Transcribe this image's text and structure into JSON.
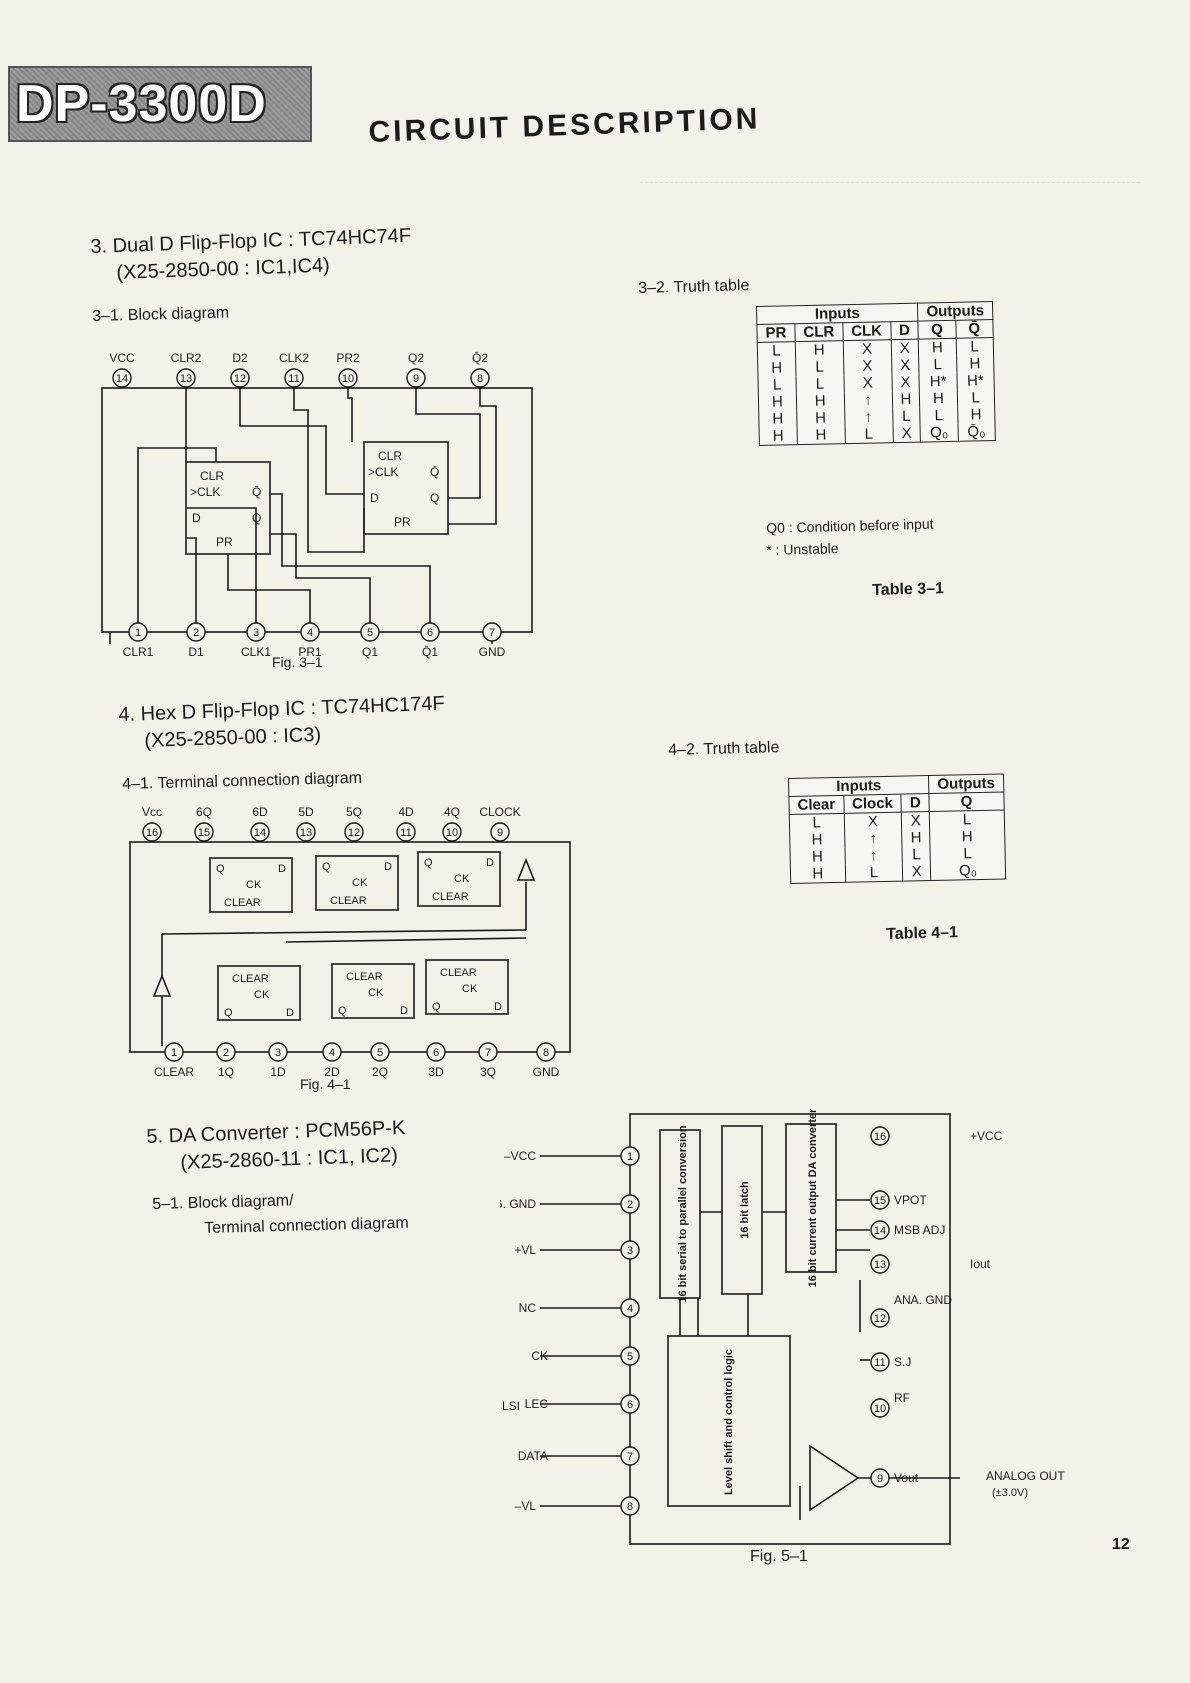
{
  "header": {
    "model": "DP-3300D",
    "title": "CIRCUIT DESCRIPTION"
  },
  "section3": {
    "heading": "3. Dual D Flip-Flop IC : TC74HC74F",
    "part": "(X25-2850-00 : IC1,IC4)",
    "sub1": "3–1. Block diagram",
    "fig": "Fig. 3–1",
    "top_pins": [
      {
        "num": "14",
        "name": "VCC"
      },
      {
        "num": "13",
        "name": "CLR2"
      },
      {
        "num": "12",
        "name": "D2"
      },
      {
        "num": "11",
        "name": "CLK2"
      },
      {
        "num": "10",
        "name": "PR2"
      },
      {
        "num": "9",
        "name": "Q2"
      },
      {
        "num": "8",
        "name": "Q̄2"
      }
    ],
    "bottom_pins": [
      {
        "num": "1",
        "name": "CLR1"
      },
      {
        "num": "2",
        "name": "D1"
      },
      {
        "num": "3",
        "name": "CLK1"
      },
      {
        "num": "4",
        "name": "PR1"
      },
      {
        "num": "5",
        "name": "Q1"
      },
      {
        "num": "6",
        "name": "Q̄1"
      },
      {
        "num": "7",
        "name": "GND"
      }
    ],
    "ff_labels": {
      "clr": "CLR",
      "clk": ">CLK",
      "qbar": "Q̄",
      "d": "D",
      "q": "Q",
      "pr": "PR"
    }
  },
  "truth32": {
    "caption": "3–2. Truth table",
    "group_inputs": "Inputs",
    "group_outputs": "Outputs",
    "headers": [
      "PR",
      "CLR",
      "CLK",
      "D",
      "Q",
      "Q̄"
    ],
    "rows": [
      [
        "L",
        "H",
        "X",
        "X",
        "H",
        "L"
      ],
      [
        "H",
        "L",
        "X",
        "X",
        "L",
        "H"
      ],
      [
        "L",
        "L",
        "X",
        "X",
        "H*",
        "H*"
      ],
      [
        "H",
        "H",
        "↑",
        "H",
        "H",
        "L"
      ],
      [
        "H",
        "H",
        "↑",
        "L",
        "L",
        "H"
      ],
      [
        "H",
        "H",
        "L",
        "X",
        "Q₀",
        "Q̄₀"
      ]
    ],
    "note1": "Q0 : Condition before input",
    "note2": "* : Unstable",
    "table_label": "Table 3–1"
  },
  "section4": {
    "heading": "4. Hex D Flip-Flop IC : TC74HC174F",
    "part": "(X25-2850-00 : IC3)",
    "sub1": "4–1. Terminal connection diagram",
    "fig": "Fig. 4–1",
    "top_pins": [
      {
        "num": "16",
        "name": "Vcc"
      },
      {
        "num": "15",
        "name": "6Q"
      },
      {
        "num": "14",
        "name": "6D"
      },
      {
        "num": "13",
        "name": "5D"
      },
      {
        "num": "12",
        "name": "5Q"
      },
      {
        "num": "11",
        "name": "4D"
      },
      {
        "num": "10",
        "name": "4Q"
      },
      {
        "num": "9",
        "name": "CLOCK"
      }
    ],
    "bottom_pins": [
      {
        "num": "1",
        "name": "CLEAR"
      },
      {
        "num": "2",
        "name": "1Q"
      },
      {
        "num": "3",
        "name": "1D"
      },
      {
        "num": "4",
        "name": "2D"
      },
      {
        "num": "5",
        "name": "2Q"
      },
      {
        "num": "6",
        "name": "3D"
      },
      {
        "num": "7",
        "name": "3Q"
      },
      {
        "num": "8",
        "name": "GND"
      }
    ],
    "ff_labels": {
      "ck": "CK",
      "clear": "CLEAR",
      "d": "D",
      "q": "Q"
    }
  },
  "truth42": {
    "caption": "4–2. Truth table",
    "group_inputs": "Inputs",
    "group_outputs": "Outputs",
    "headers": [
      "Clear",
      "Clock",
      "D",
      "Q"
    ],
    "rows": [
      [
        "L",
        "X",
        "X",
        "L"
      ],
      [
        "H",
        "↑",
        "H",
        "H"
      ],
      [
        "H",
        "↑",
        "L",
        "L"
      ],
      [
        "H",
        "L",
        "X",
        "Q₀"
      ]
    ],
    "table_label": "Table 4–1"
  },
  "section5": {
    "heading": "5. DA Converter : PCM56P-K",
    "part": "(X25-2860-11 : IC1, IC2)",
    "sub1": "5–1. Block diagram/",
    "sub2": "Terminal connection diagram",
    "fig": "Fig. 5–1",
    "left_pins": [
      {
        "num": "1",
        "name": "–VCC"
      },
      {
        "num": "2",
        "name": "DIG. GND"
      },
      {
        "num": "3",
        "name": "+VL"
      },
      {
        "num": "4",
        "name": "NC"
      },
      {
        "num": "5",
        "name": "CK"
      },
      {
        "num": "6",
        "name": "LEC"
      },
      {
        "num": "7",
        "name": "DATA"
      },
      {
        "num": "8",
        "name": "–VL"
      }
    ],
    "right_pins": [
      {
        "num": "16",
        "name": "+VCC"
      },
      {
        "num": "15",
        "name": "VPOT"
      },
      {
        "num": "14",
        "name": "MSB ADJ"
      },
      {
        "num": "13",
        "name": "Iout"
      },
      {
        "num": "12",
        "name": "ANA. GND"
      },
      {
        "num": "11",
        "name": "S.J"
      },
      {
        "num": "10",
        "name": "RF"
      },
      {
        "num": "9",
        "name": "Vout"
      }
    ],
    "lsi_label": "LSI",
    "blocks": [
      "16 bit serial to parallel conversion",
      "16 bit latch",
      "16 bit current output DA converter",
      "Level shift and control logic"
    ],
    "analog_out": "ANALOG OUT",
    "analog_range": "(±3.0V)"
  },
  "page_number": "12"
}
